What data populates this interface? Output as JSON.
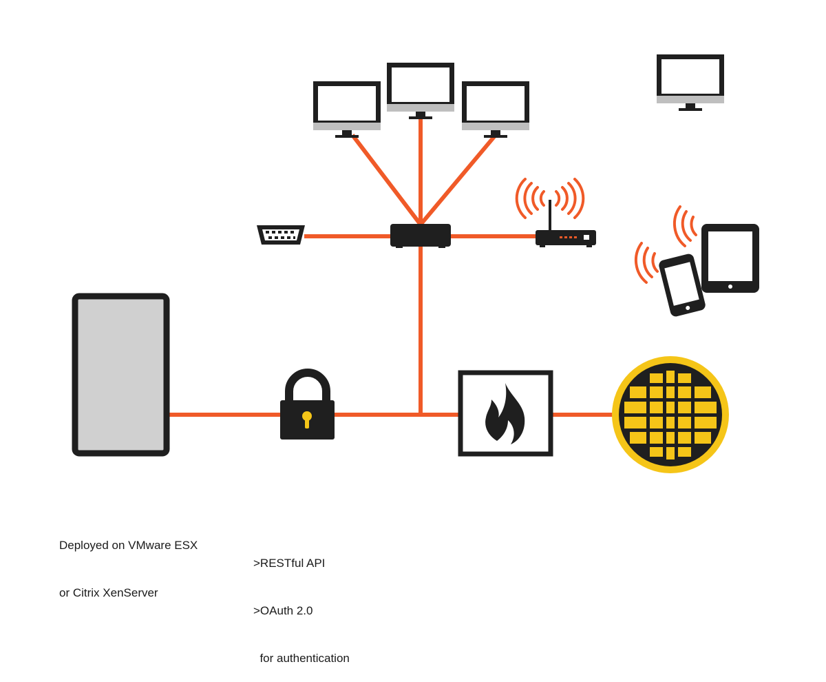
{
  "captions": {
    "server": {
      "line1": "Deployed on VMware ESX",
      "line2": "or Citrix XenServer"
    },
    "api": {
      "line1": ">RESTful API",
      "line2": ">OAuth 2.0",
      "line3": "  for authentication"
    }
  },
  "colors": {
    "link": "#F05A28",
    "device": "#1F1F1F",
    "screen_gray": "#D0D0D0",
    "globe_yellow": "#F5C518",
    "keyhole_yellow": "#F5C518"
  },
  "icons": [
    "server-appliance-icon",
    "padlock-icon",
    "firewall-icon",
    "globe-icon",
    "network-switch-icon",
    "serial-port-icon",
    "wifi-router-icon",
    "desktop-monitor-icon",
    "smartphone-icon",
    "tablet-icon",
    "wireless-signal-icon"
  ]
}
